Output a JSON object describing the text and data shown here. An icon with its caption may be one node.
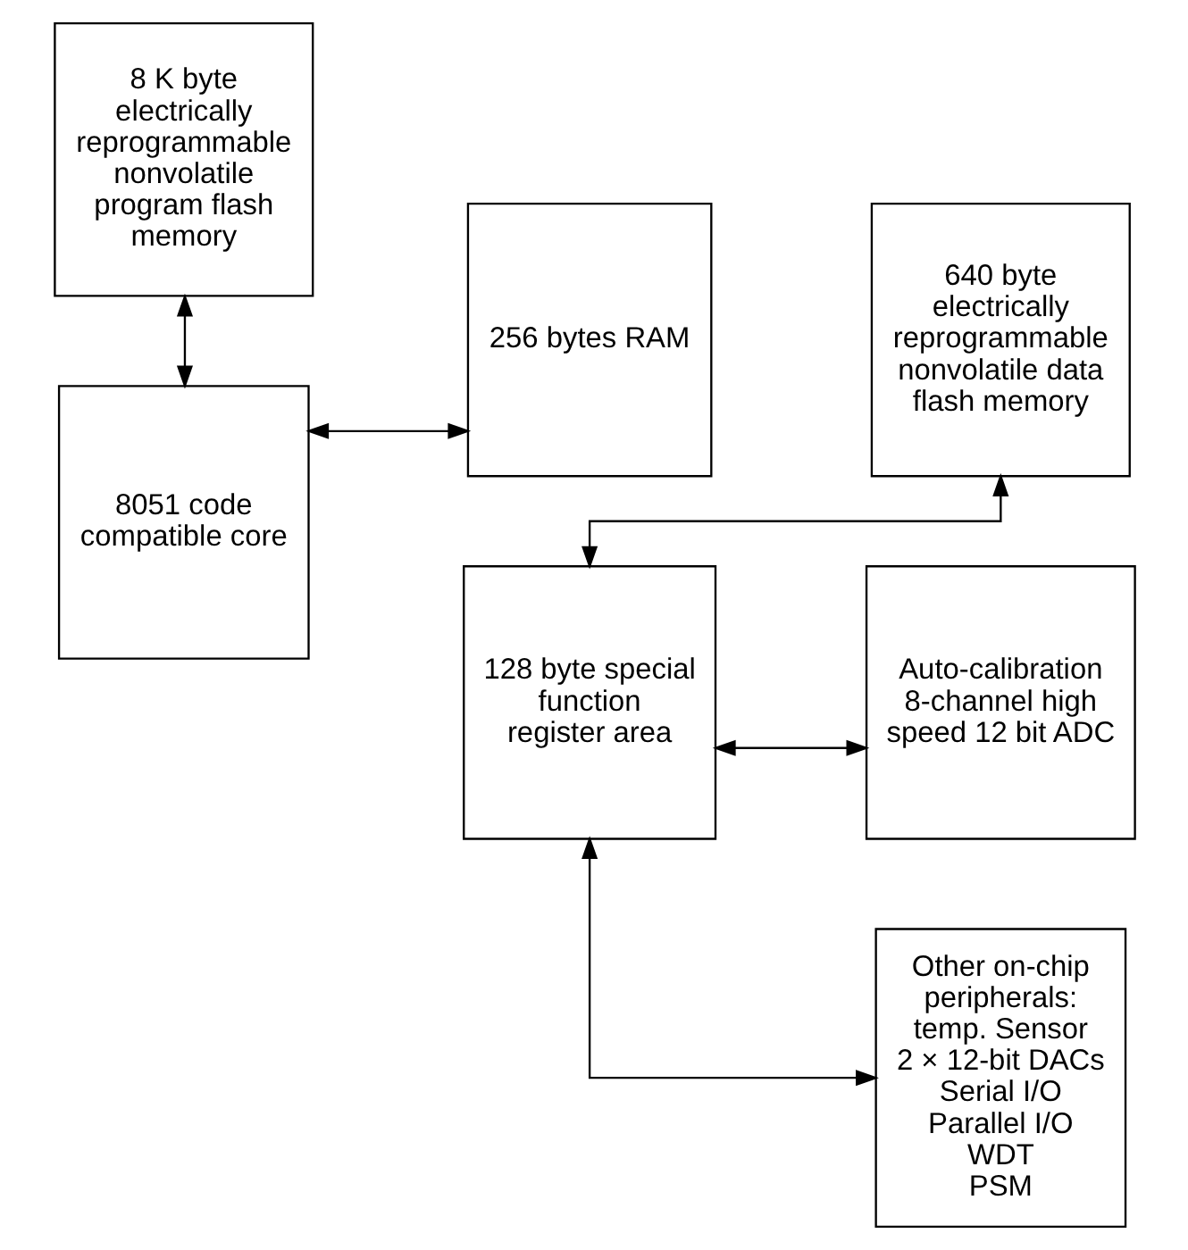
{
  "diagram": {
    "nodes": [
      {
        "text": [
          "8 K byte electrically reprogrammable nonvolatile program flash memory"
        ]
      },
      {
        "text": [
          "256 bytes RAM"
        ]
      },
      {
        "text": [
          "640 byte electrically reprogrammable nonvolatile data flash memory"
        ]
      },
      {
        "text": [
          "8051 code compatible core"
        ]
      },
      {
        "text": [
          "128 byte special function register area"
        ]
      },
      {
        "text": [
          "Auto-calibration 8-channel high speed 12 bit ADC"
        ]
      },
      {
        "text": [
          "Other on-chip peripherals:",
          "temp. Sensor",
          "2 × 12-bit DACs",
          "Serial I/O",
          "Parallel I/O",
          "WDT",
          "PSM"
        ]
      }
    ],
    "edges": [
      {
        "from": 0,
        "to": 3,
        "arrow": "both"
      },
      {
        "from": 3,
        "to": 1,
        "arrow": "both"
      },
      {
        "from": 4,
        "to": 2,
        "arrow": "both"
      },
      {
        "from": 4,
        "to": 5,
        "arrow": "both"
      },
      {
        "from": 4,
        "to": 6,
        "arrow": "both"
      }
    ]
  }
}
